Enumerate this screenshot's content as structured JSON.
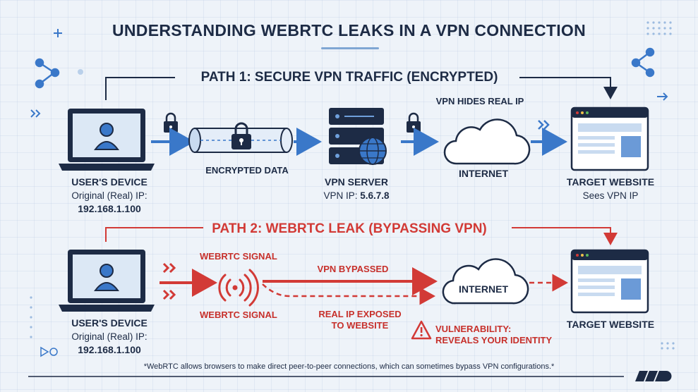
{
  "title": "UNDERSTANDING WEBRTC LEAKS IN A VPN CONNECTION",
  "path1": {
    "heading": "PATH 1: SECURE VPN TRAFFIC (ENCRYPTED)",
    "device_title": "USER'S DEVICE",
    "device_ip_label": "Original (Real) IP:",
    "device_ip": "192.168.1.100",
    "tunnel_label": "ENCRYPTED DATA",
    "server_title": "VPN SERVER",
    "server_ip_label": "VPN IP:",
    "server_ip": "5.6.7.8",
    "hides_label": "VPN HIDES REAL IP",
    "internet_label": "INTERNET",
    "website_title": "TARGET WEBSITE",
    "website_sub": "Sees VPN IP"
  },
  "path2": {
    "heading": "PATH 2: WEBRTC LEAK (BYPASSING VPN)",
    "device_title": "USER'S DEVICE",
    "device_ip_label": "Original (Real) IP:",
    "device_ip": "192.168.1.100",
    "signal_top": "WEBRTC SIGNAL",
    "signal_bottom": "WEBRTC SIGNAL",
    "bypassed_label": "VPN BYPASSED",
    "exposed_line1": "REAL IP EXPOSED",
    "exposed_line2": "TO WEBSITE",
    "internet_label": "INTERNET",
    "vuln_line1": "VULNERABILITY:",
    "vuln_line2": "REVEALS YOUR IDENTITY",
    "website_title": "TARGET WEBSITE"
  },
  "footnote": "*WebRTC allows browsers to make direct peer-to-peer connections, which can sometimes bypass VPN configurations.*",
  "colors": {
    "navy": "#1d2b45",
    "blue": "#3a78c9",
    "red": "#d23a36",
    "screen": "#dce8f5"
  }
}
